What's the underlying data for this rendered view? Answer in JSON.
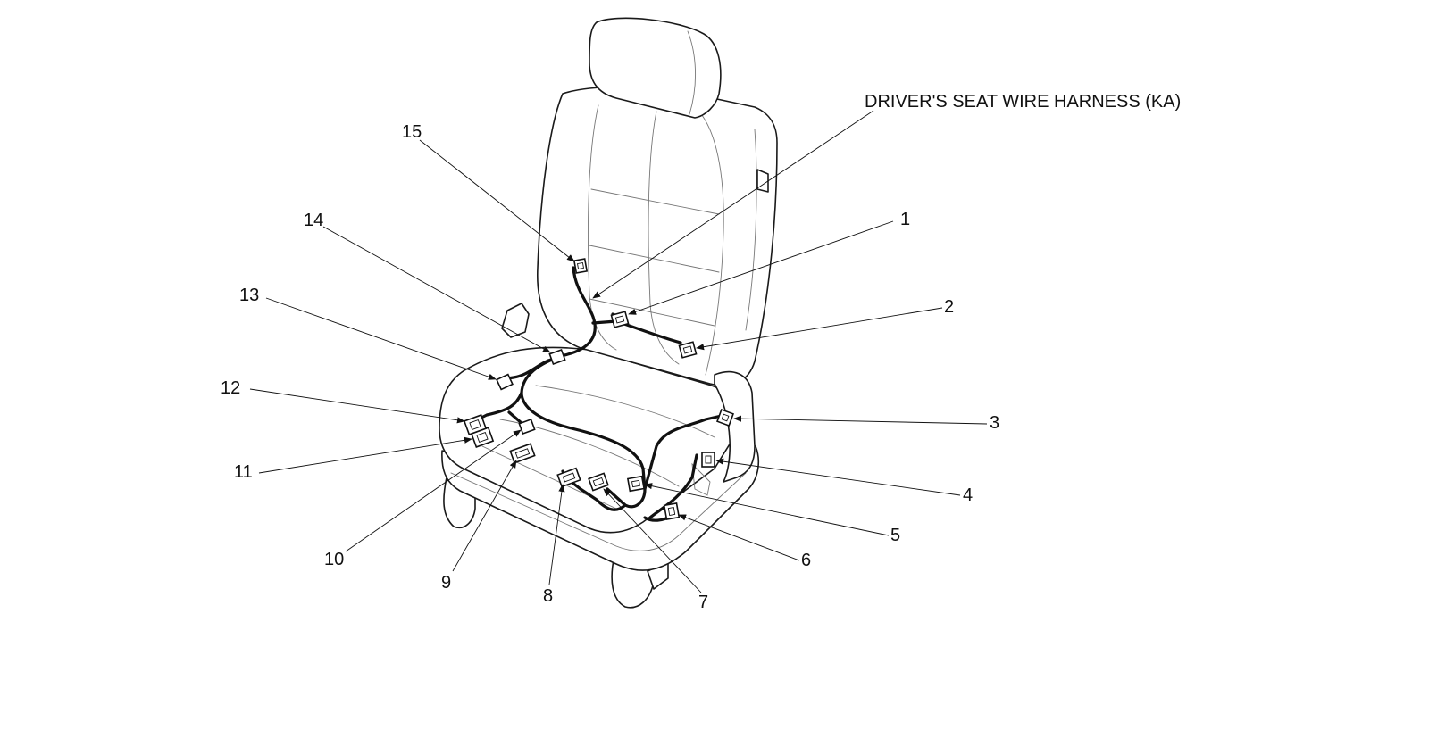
{
  "title": "DRIVER'S SEAT WIRE HARNESS (KA)",
  "colors": {
    "line": "#111111",
    "background": "#ffffff",
    "trim_line": "#777777"
  },
  "callouts": [
    {
      "id": "1",
      "label": "1"
    },
    {
      "id": "2",
      "label": "2"
    },
    {
      "id": "3",
      "label": "3"
    },
    {
      "id": "4",
      "label": "4"
    },
    {
      "id": "5",
      "label": "5"
    },
    {
      "id": "6",
      "label": "6"
    },
    {
      "id": "7",
      "label": "7"
    },
    {
      "id": "8",
      "label": "8"
    },
    {
      "id": "9",
      "label": "9"
    },
    {
      "id": "10",
      "label": "10"
    },
    {
      "id": "11",
      "label": "11"
    },
    {
      "id": "12",
      "label": "12"
    },
    {
      "id": "13",
      "label": "13"
    },
    {
      "id": "14",
      "label": "14"
    },
    {
      "id": "15",
      "label": "15"
    }
  ]
}
